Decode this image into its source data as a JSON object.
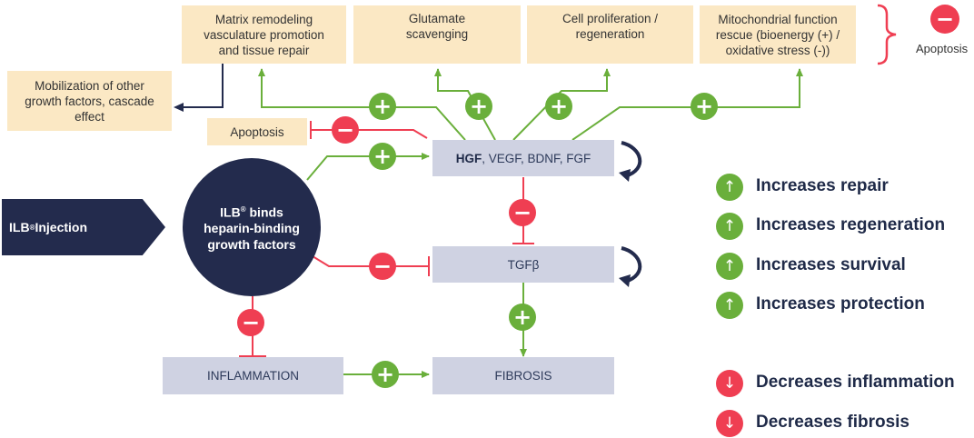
{
  "effects": {
    "matrix": [
      "Matrix remodeling",
      "vasculature promotion",
      "and tissue repair"
    ],
    "glutamate": [
      "Glutamate",
      "scavenging"
    ],
    "proliferation": [
      "Cell proliferation /",
      "regeneration"
    ],
    "mito": [
      "Mitochondrial  function",
      "rescue (bioenergy (+) /",
      "oxidative stress (-))"
    ],
    "mobilization": [
      "Mobilization of other",
      "growth factors, cascade",
      "effect"
    ],
    "apoptosis": "Apoptosis"
  },
  "apoptosis_side": {
    "symbol": "−",
    "label": "Apoptosis"
  },
  "injection": {
    "label": "ILB",
    "sup": "®",
    "rest": " Injection"
  },
  "circle": {
    "line1_pre": "ILB",
    "sup": "®",
    "line1_post": " binds",
    "line2": "heparin-binding",
    "line3": "growth factors"
  },
  "nodes": {
    "hgf_bold": "HGF",
    "hgf_rest": ", VEGF, BDNF, FGF",
    "tgf": "TGFβ",
    "inflammation": "INFLAMMATION",
    "fibrosis": "FIBROSIS"
  },
  "signs": {
    "plus": "+",
    "minus": "−"
  },
  "legend": {
    "increases": [
      {
        "text": "Increases repair",
        "arrow": "↑"
      },
      {
        "text": "Increases regeneration",
        "arrow": "↑"
      },
      {
        "text": "Increases survival",
        "arrow": "↑"
      },
      {
        "text": "Increases protection",
        "arrow": "↑"
      }
    ],
    "decreases": [
      {
        "text": "Decreases inflammation",
        "arrow": "↓"
      },
      {
        "text": "Decreases fibrosis",
        "arrow": "↓"
      }
    ]
  },
  "colors": {
    "green": "#6aaf3b",
    "red": "#ef3e52",
    "navy": "#232b4d",
    "cream": "#fbe8c4",
    "lavender": "#cfd2e2"
  }
}
